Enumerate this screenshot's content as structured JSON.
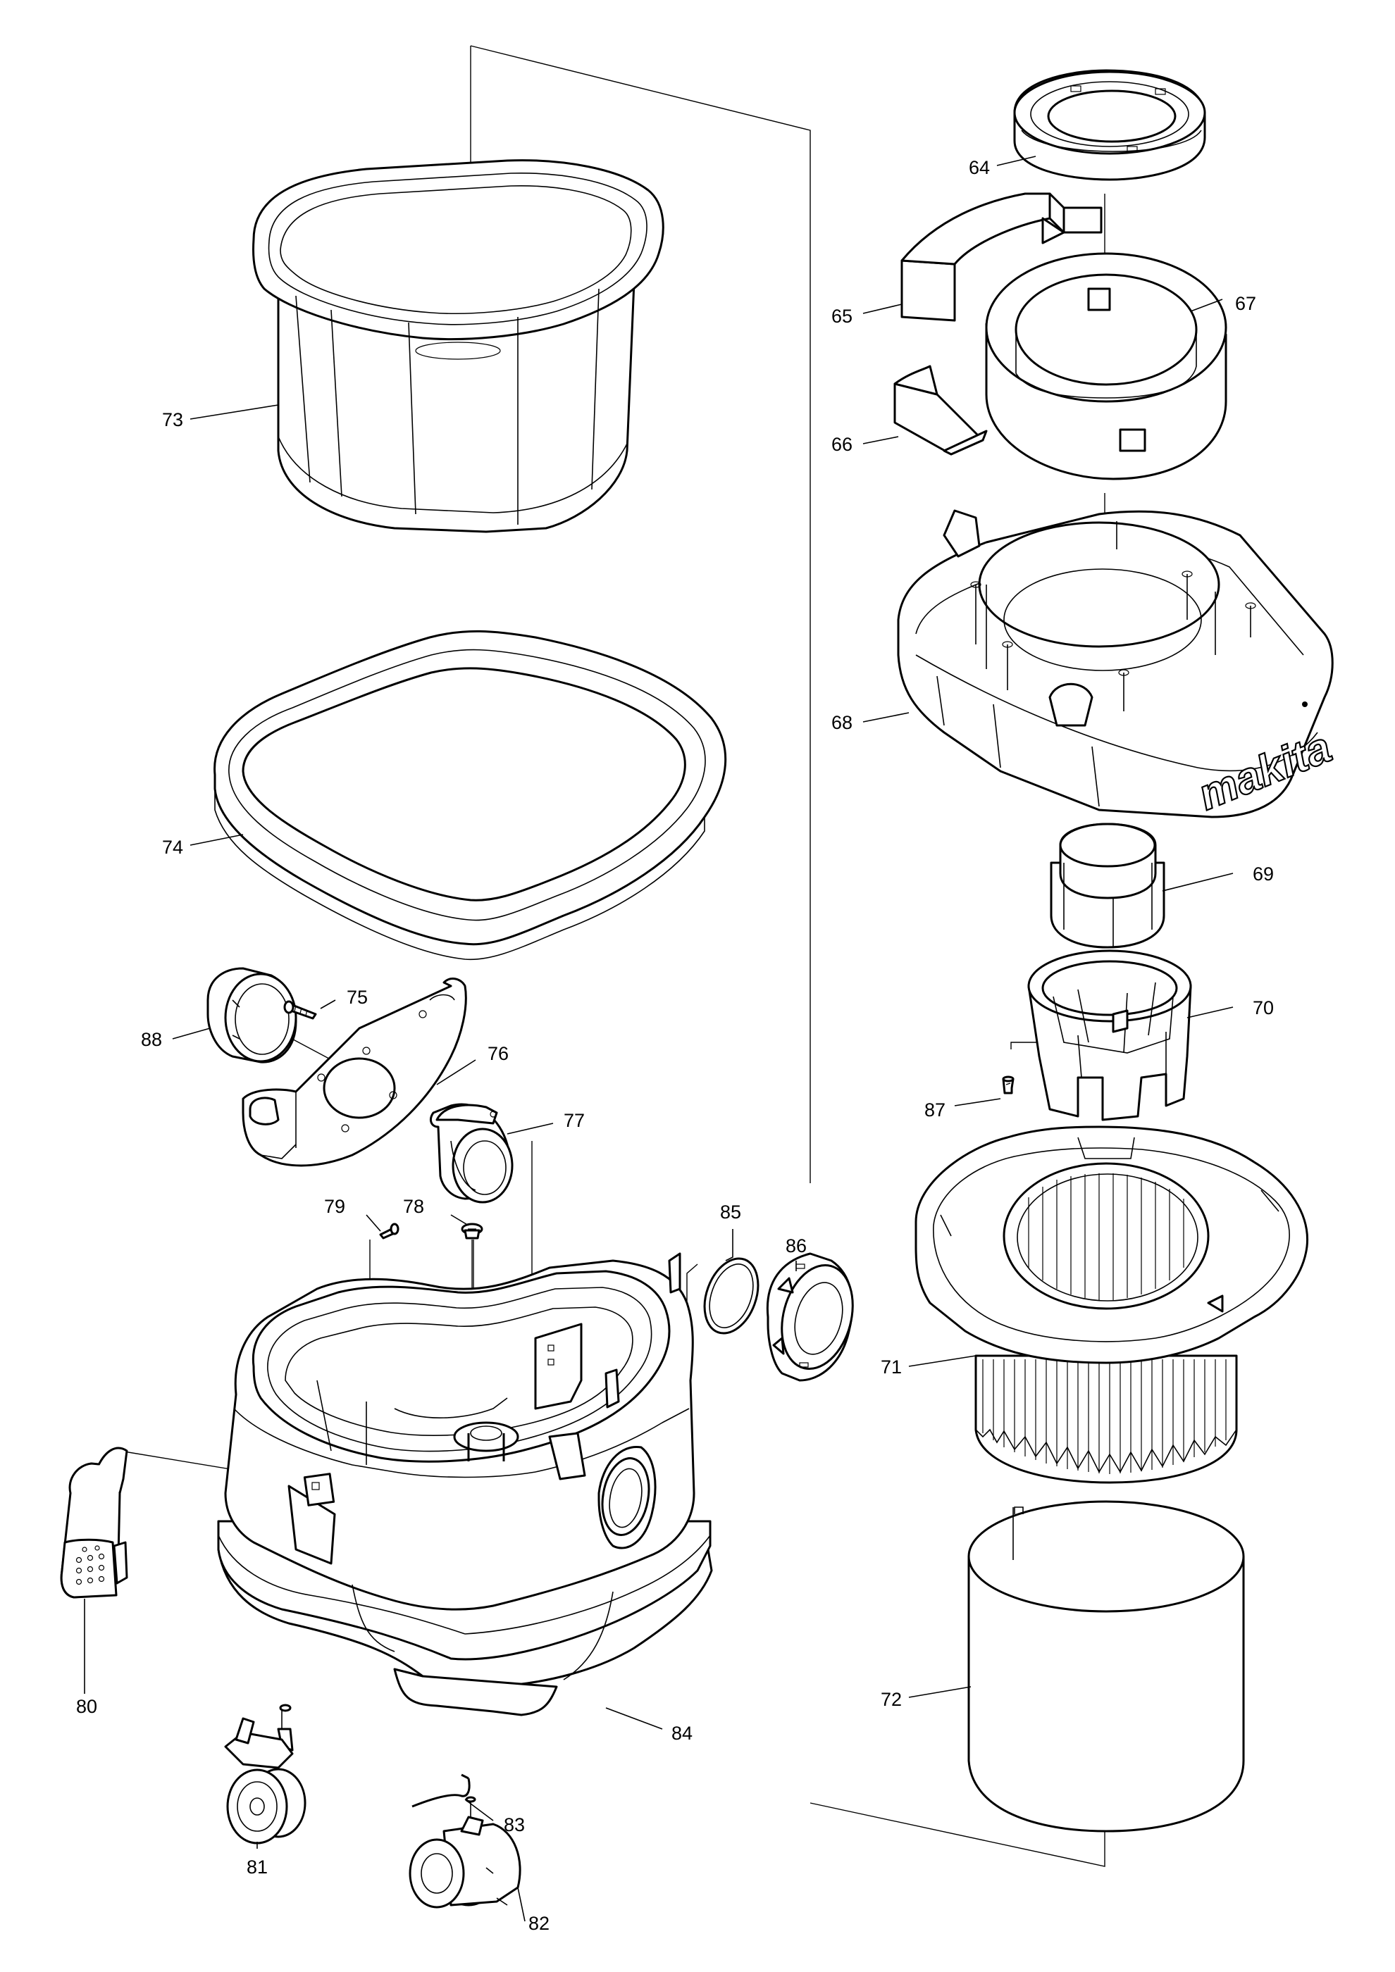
{
  "diagram": {
    "brand_logo": "makita",
    "parts": [
      {
        "id": "p64",
        "label": "64"
      },
      {
        "id": "p65",
        "label": "65"
      },
      {
        "id": "p66",
        "label": "66"
      },
      {
        "id": "p67",
        "label": "67"
      },
      {
        "id": "p68",
        "label": "68"
      },
      {
        "id": "p69",
        "label": "69"
      },
      {
        "id": "p70",
        "label": "70"
      },
      {
        "id": "p71",
        "label": "71"
      },
      {
        "id": "p72",
        "label": "72"
      },
      {
        "id": "p73",
        "label": "73"
      },
      {
        "id": "p74",
        "label": "74"
      },
      {
        "id": "p75",
        "label": "75"
      },
      {
        "id": "p76",
        "label": "76"
      },
      {
        "id": "p77",
        "label": "77"
      },
      {
        "id": "p78",
        "label": "78"
      },
      {
        "id": "p79",
        "label": "79"
      },
      {
        "id": "p80",
        "label": "80"
      },
      {
        "id": "p81",
        "label": "81"
      },
      {
        "id": "p82",
        "label": "82"
      },
      {
        "id": "p83",
        "label": "83"
      },
      {
        "id": "p84",
        "label": "84"
      },
      {
        "id": "p85",
        "label": "85"
      },
      {
        "id": "p86",
        "label": "86"
      },
      {
        "id": "p87",
        "label": "87"
      },
      {
        "id": "p88",
        "label": "88"
      }
    ]
  }
}
